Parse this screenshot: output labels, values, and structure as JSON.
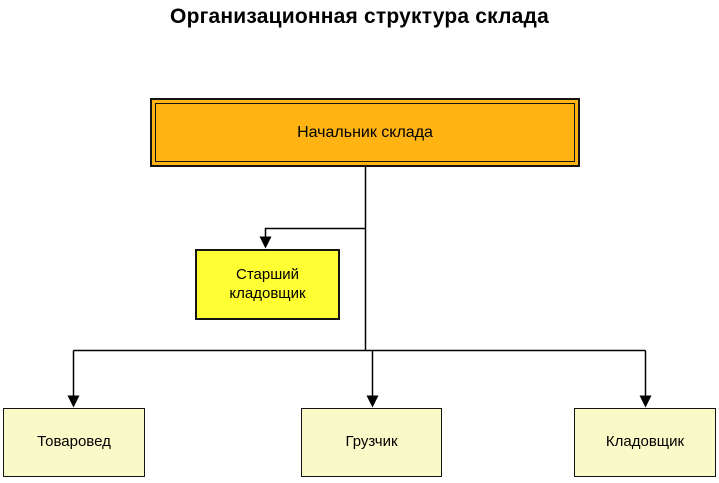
{
  "title": "Организационная структура склада",
  "colors": {
    "background": "#FFFFFF",
    "title_text": "#000000",
    "line": "#000000",
    "box_border": "#141414",
    "manager_box_fill": "#FFB414",
    "senior_box_fill": "#FFFF33",
    "staff_box_fill": "#FAFAC8"
  },
  "org_chart": {
    "type": "org-tree",
    "nodes": {
      "manager": {
        "label": "Начальник склада",
        "level": 1
      },
      "senior": {
        "label": "Старший\nкладовщик",
        "level": 2
      },
      "merchandiser": {
        "label": "Товаровед",
        "level": 3
      },
      "loader": {
        "label": "Грузчик",
        "level": 3
      },
      "storekeeper": {
        "label": "Кладовщик",
        "level": 3
      }
    },
    "edges": [
      [
        "manager",
        "senior"
      ],
      [
        "manager",
        "merchandiser"
      ],
      [
        "manager",
        "loader"
      ],
      [
        "manager",
        "storekeeper"
      ]
    ]
  }
}
